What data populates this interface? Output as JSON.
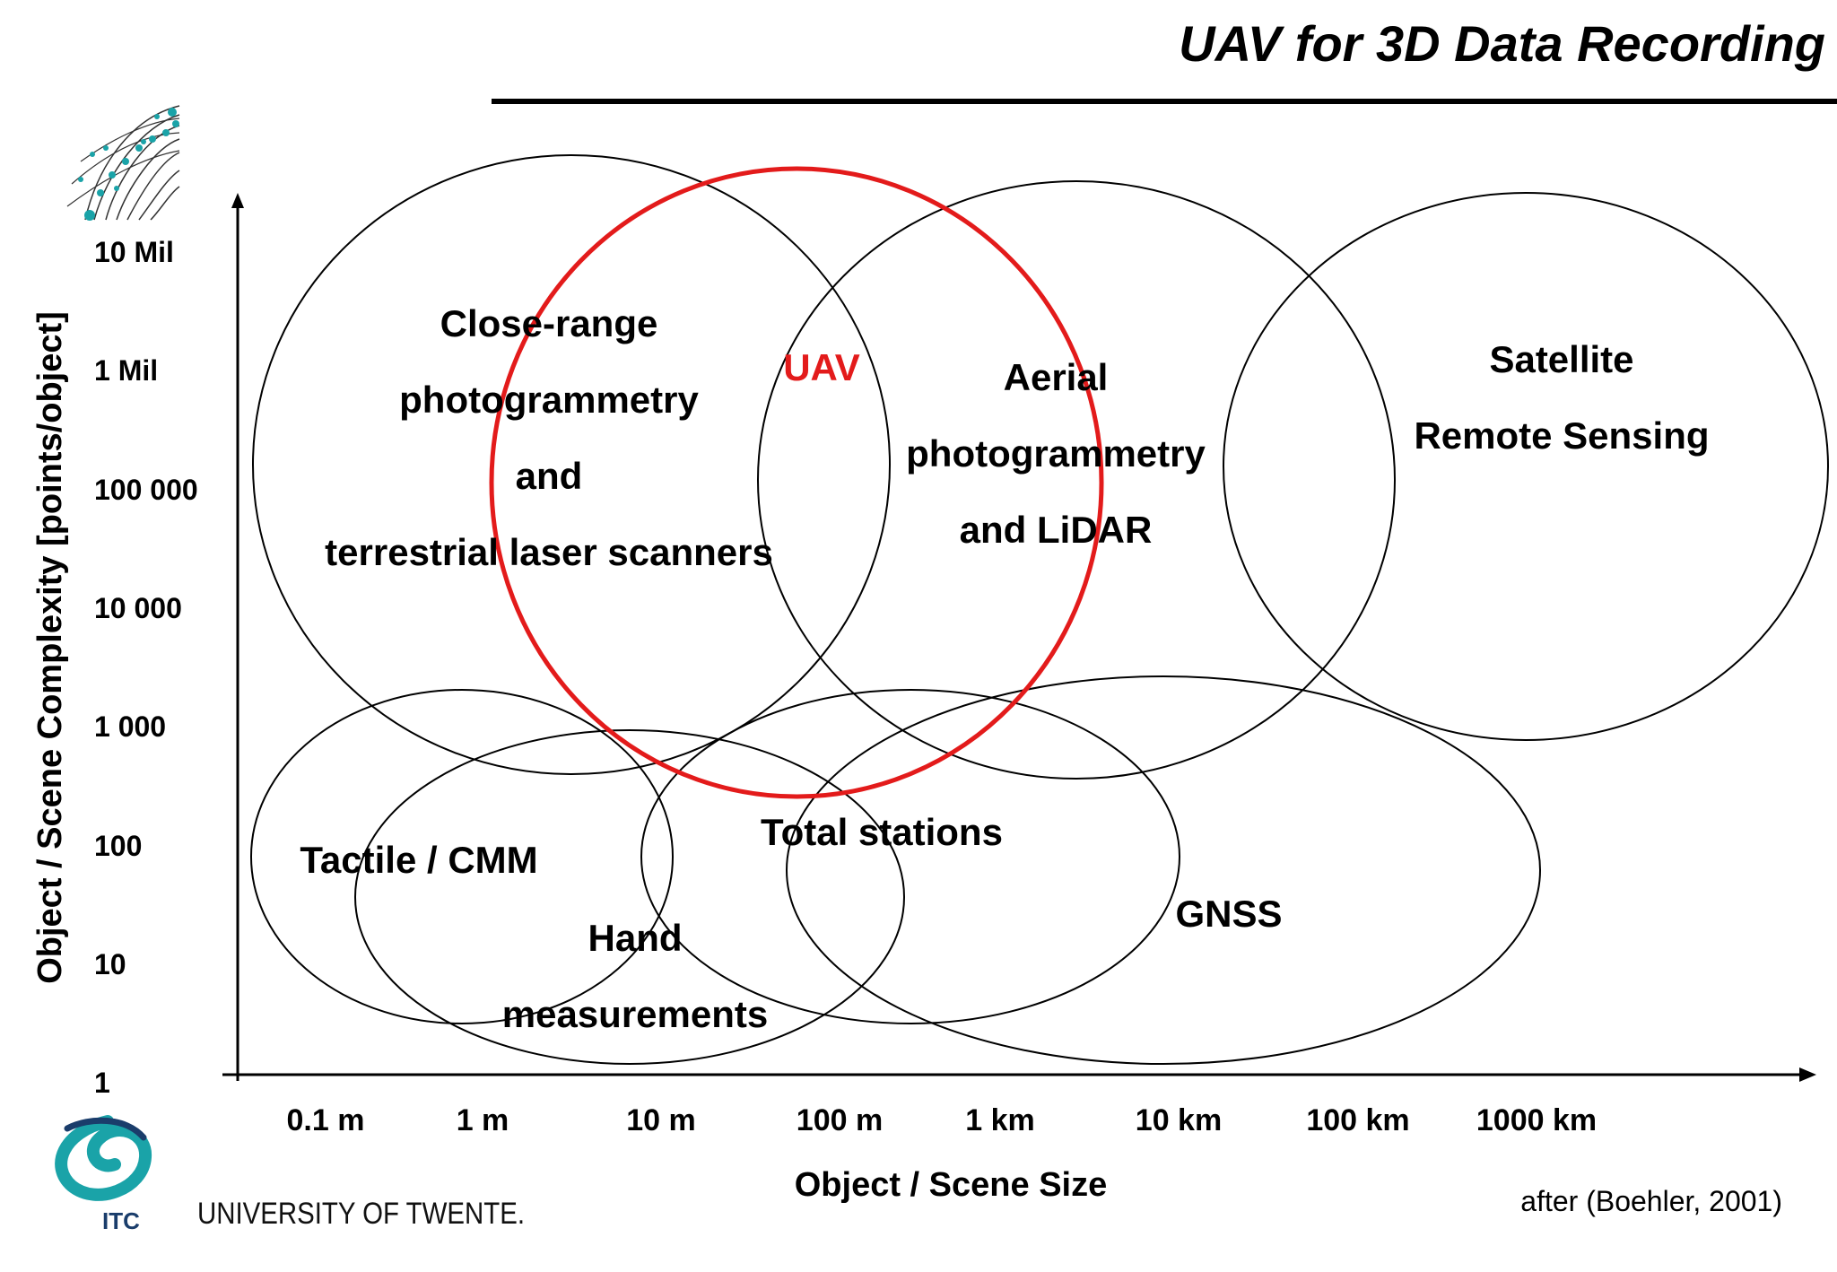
{
  "title": "UAV for 3D Data Recording",
  "y_axis": {
    "label": "Object / Scene Complexity [points/object]",
    "ticks": [
      "10 Mil",
      "1 Mil",
      "100 000",
      "10 000",
      "1 000",
      "100",
      "10",
      "1"
    ]
  },
  "x_axis": {
    "label": "Object / Scene Size",
    "ticks": [
      "0.1 m",
      "1 m",
      "10 m",
      "100 m",
      "1 km",
      "10 km",
      "100 km",
      "1000 km"
    ]
  },
  "regions": {
    "close_range": [
      "Close-range",
      "photogrammetry",
      "and",
      "terrestrial laser scanners"
    ],
    "uav": "UAV",
    "aerial": [
      "Aerial",
      "photogrammetry",
      "and LiDAR"
    ],
    "satellite": [
      "Satellite",
      "Remote Sensing"
    ],
    "tactile": "Tactile / CMM",
    "hand": [
      "Hand",
      "measurements"
    ],
    "total_stations": "Total stations",
    "gnss": "GNSS"
  },
  "citation": "after (Boehler, 2001)",
  "footer": {
    "university": "UNIVERSITY OF TWENTE.",
    "logo_text": "ITC"
  },
  "colors": {
    "uav_highlight": "#e31b1b",
    "logo_teal": "#1aa3a8",
    "logo_dark": "#1a3d6b"
  }
}
